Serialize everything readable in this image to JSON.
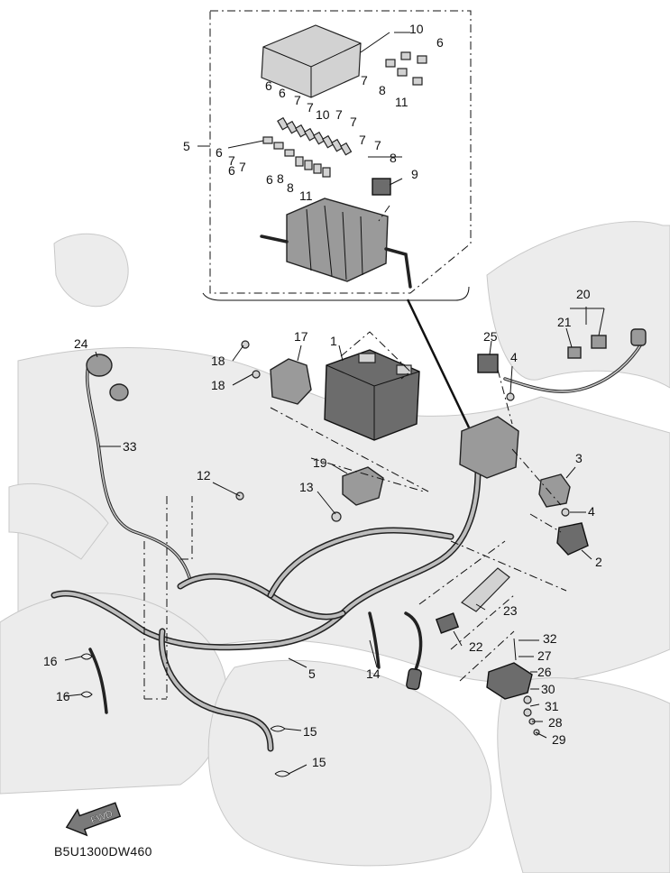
{
  "callouts": {
    "c1": "1",
    "c2": "2",
    "c3": "3",
    "c4a": "4",
    "c4b": "4",
    "c5a": "5",
    "c5b": "5",
    "c6a": "6",
    "c6b": "6",
    "c6c": "6",
    "c6d": "6",
    "c6e": "6",
    "c6f": "6",
    "c7a": "7",
    "c7b": "7",
    "c7c": "7",
    "c7d": "7",
    "c7e": "7",
    "c7f": "7",
    "c7g": "7",
    "c7h": "7",
    "c7i": "7",
    "c8a": "8",
    "c8b": "8",
    "c8c": "8",
    "c9": "9",
    "c10a": "10",
    "c10b": "10",
    "c11a": "11",
    "c11b": "11",
    "c12": "12",
    "c13": "13",
    "c14": "14",
    "c15a": "15",
    "c15b": "15",
    "c16a": "16",
    "c16b": "16",
    "c17": "17",
    "c18a": "18",
    "c18b": "18",
    "c19": "19",
    "c20": "20",
    "c21": "21",
    "c22": "22",
    "c23": "23",
    "c24": "24",
    "c25": "25",
    "c26": "26",
    "c27": "27",
    "c28": "28",
    "c29": "29",
    "c30": "30",
    "c31": "31",
    "c32": "32",
    "c33": "33"
  },
  "fwd_label": "FWD",
  "diagram_code": "B5U1300DW460",
  "colors": {
    "line": "#111111",
    "part": "#9a9a9a",
    "ghost": "#ececec"
  }
}
